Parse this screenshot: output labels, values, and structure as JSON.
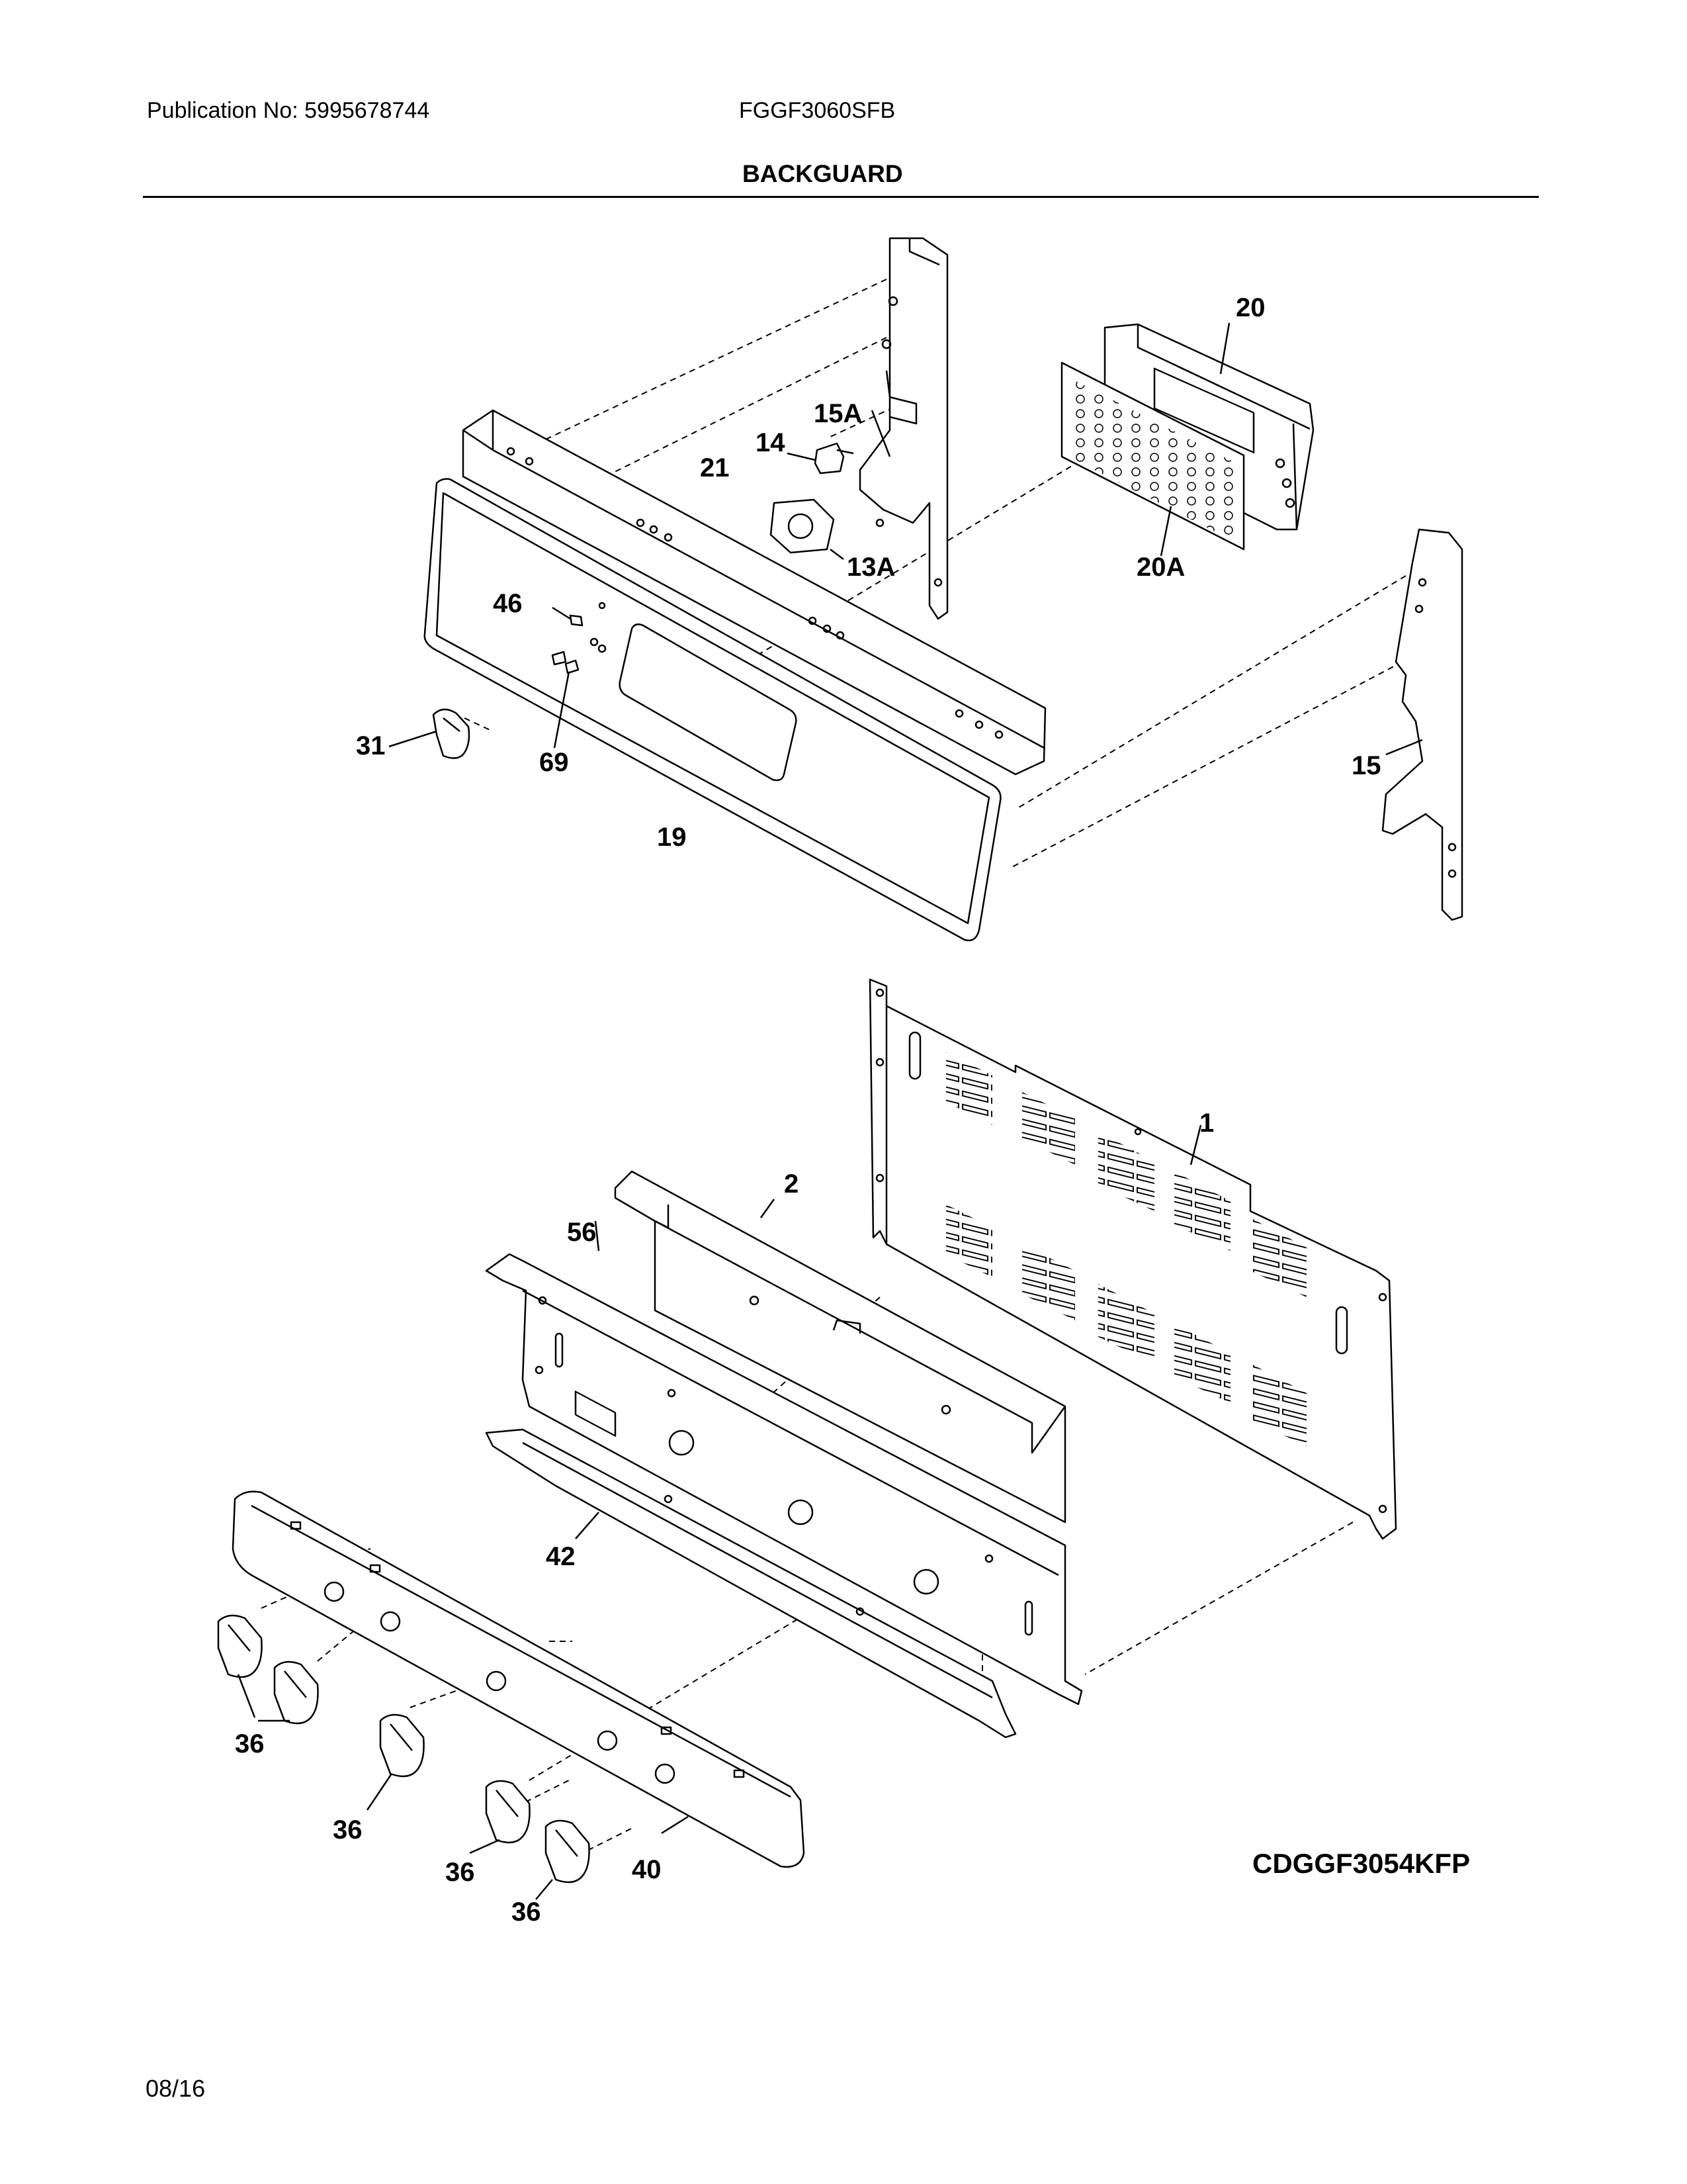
{
  "header": {
    "publication": "Publication No: 5995678744",
    "model": "FGGF3060SFB",
    "title": "BACKGUARD"
  },
  "callouts": {
    "c20": "20",
    "c15a": "15A",
    "c14": "14",
    "c21": "21",
    "c13a": "13A",
    "c20a": "20A",
    "c46": "46",
    "c31": "31",
    "c69": "69",
    "c19": "19",
    "c15": "15",
    "c1": "1",
    "c2": "2",
    "c56": "56",
    "c42": "42",
    "c36a": "36",
    "c36b": "36",
    "c36c": "36",
    "c36d": "36",
    "c40": "40"
  },
  "footer": {
    "drawing_code": "CDGGF3054KFP",
    "date": "08/16"
  }
}
